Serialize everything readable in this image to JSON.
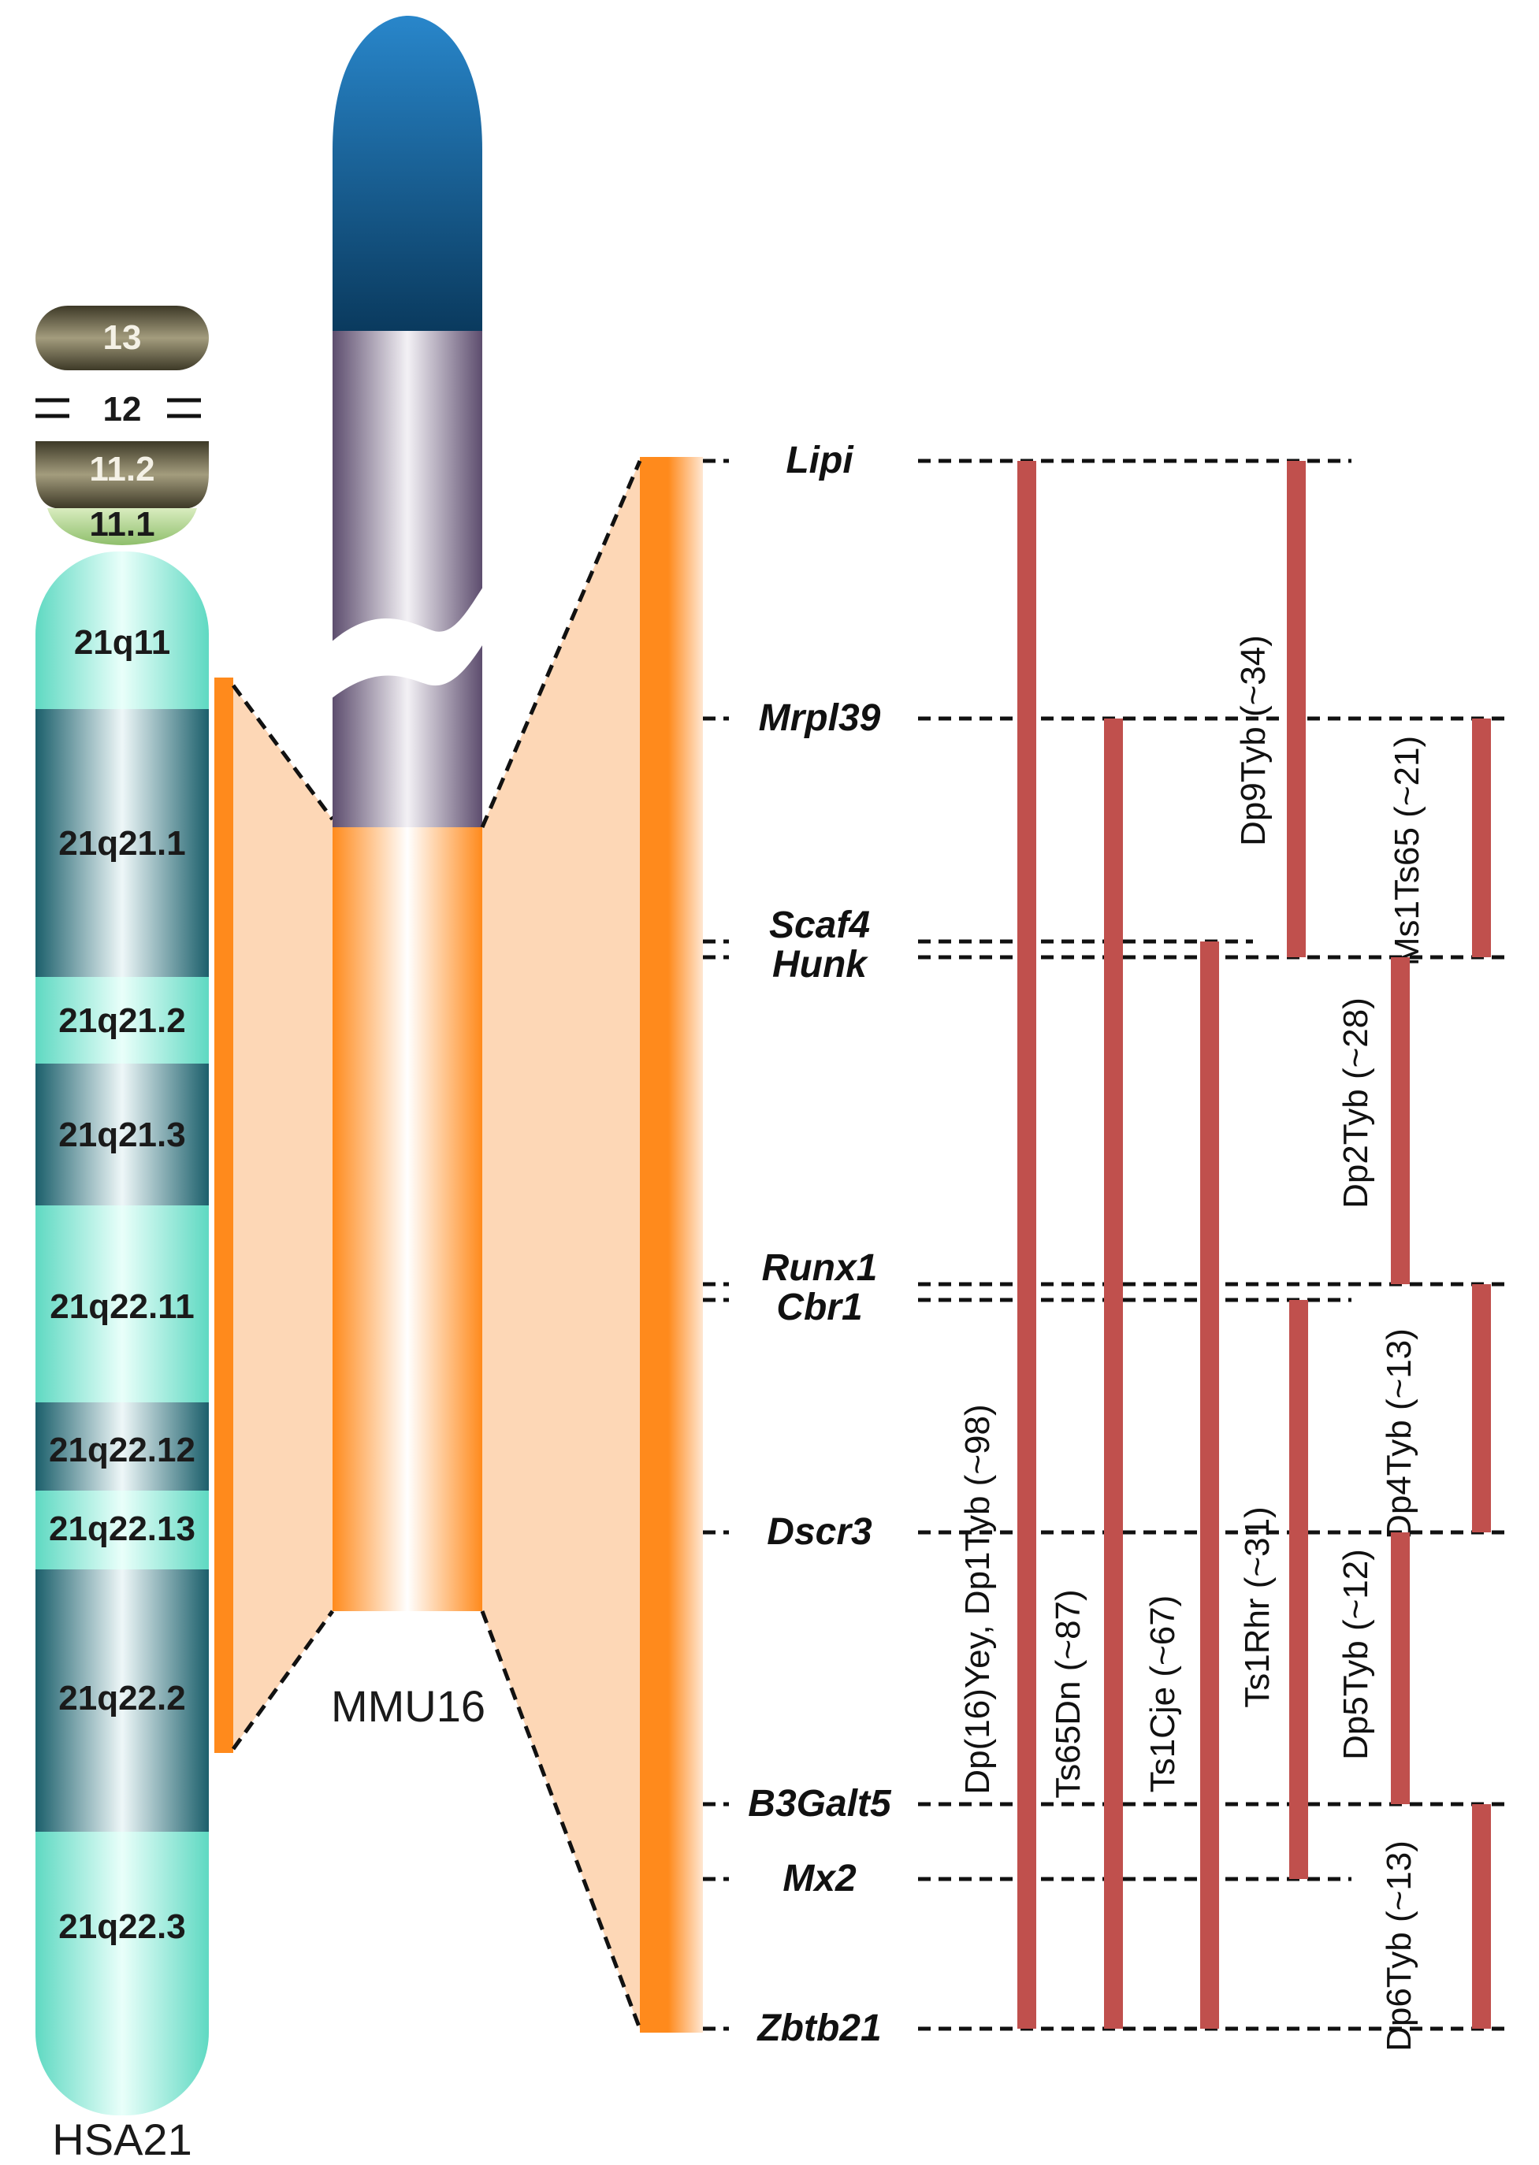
{
  "hsa21": {
    "name": "HSA21",
    "bands": [
      "13",
      "12",
      "11.2",
      "11.1",
      "21q11",
      "21q21.1",
      "21q21.2",
      "21q21.3",
      "21q22.11",
      "21q22.12",
      "21q22.13",
      "21q22.2",
      "21q22.3"
    ]
  },
  "mmu16": {
    "name": "MMU16"
  },
  "genes": [
    "Lipi",
    "Mrpl39",
    "Scaf4",
    "Hunk",
    "Runx1",
    "Cbr1",
    "Dscr3",
    "B3Galt5",
    "Mx2",
    "Zbtb21"
  ],
  "models": [
    {
      "label": "Dp(16)Yey, Dp1Tyb (~98)",
      "from": "Lipi",
      "to": "Zbtb21"
    },
    {
      "label": "Ts65Dn (~87)",
      "from": "Mrpl39",
      "to": "Zbtb21"
    },
    {
      "label": "Ts1Cje (~67)",
      "from": "Scaf4",
      "to": "Zbtb21"
    },
    {
      "label": "Ts1Rhr (~31)",
      "from": "Cbr1",
      "to": "Mx2"
    },
    {
      "label": "Dp9Tyb (~34)",
      "from": "Lipi",
      "to": "Hunk"
    },
    {
      "label": "Ms1Ts65 (~21)",
      "from": "Mrpl39",
      "to": "Hunk"
    },
    {
      "label": "Dp2Tyb (~28)",
      "from": "Hunk",
      "to": "Runx1"
    },
    {
      "label": "Dp4Tyb (~13)",
      "from": "Runx1",
      "to": "Dscr3"
    },
    {
      "label": "Dp5Tyb (~12)",
      "from": "Dscr3",
      "to": "B3Galt5"
    },
    {
      "label": "Dp6Tyb (~13)",
      "from": "B3Galt5",
      "to": "Zbtb21"
    }
  ],
  "colors": {
    "hsa_light": "#7fe8d2",
    "hsa_dark": "#1f6f7a",
    "p_arm": "#5f5a44",
    "satellite_green": "#a9c98a",
    "mmu_blue": "#1f6fa8",
    "mmu_grey": "#7d6f8a",
    "syntenic_orange": "#ff8a1c",
    "syntenic_fill": "#fdd7b6",
    "model_bar": "#c0504d"
  }
}
